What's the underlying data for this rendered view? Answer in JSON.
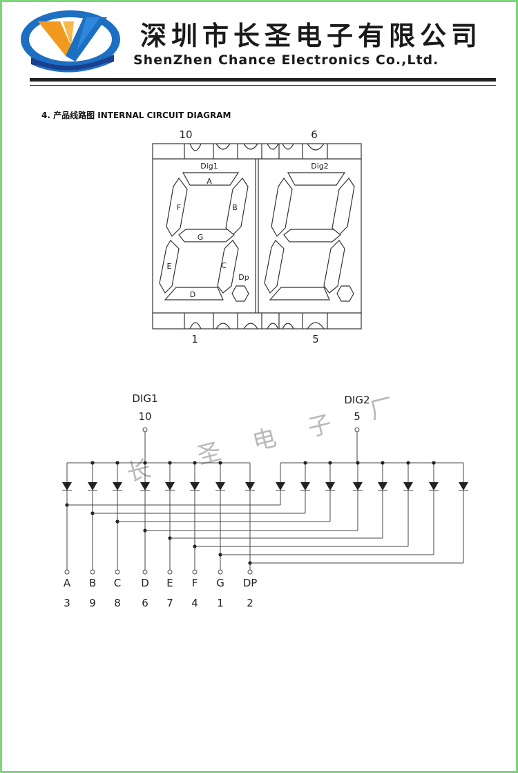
{
  "header": {
    "company_cn": "深圳市长圣电子有限公司",
    "company_en": "ShenZhen Chance Electronics Co.,Ltd.",
    "logo_colors": {
      "orange": "#f29a1f",
      "blue": "#1d6fc1",
      "dark_blue": "#1a3f8f"
    }
  },
  "section": {
    "title": "4. 产品线路图 INTERNAL CIRCUIT DIAGRAM"
  },
  "display": {
    "pin_top_left": "10",
    "pin_top_right": "6",
    "pin_bottom_left": "1",
    "pin_bottom_right": "5",
    "digit1_label": "Dig1",
    "digit2_label": "Dig2",
    "segments": {
      "a": "A",
      "b": "B",
      "c": "C",
      "d": "D",
      "e": "E",
      "f": "F",
      "g": "G",
      "dp": "Dp"
    }
  },
  "circuit": {
    "dig1_name": "DIG1",
    "dig1_pin": "10",
    "dig2_name": "DIG2",
    "dig2_pin": "5",
    "watermark": [
      "长",
      "圣",
      "电",
      "子",
      "厂"
    ],
    "segment_pins": [
      {
        "name": "A",
        "pin": "3"
      },
      {
        "name": "B",
        "pin": "9"
      },
      {
        "name": "C",
        "pin": "8"
      },
      {
        "name": "D",
        "pin": "6"
      },
      {
        "name": "E",
        "pin": "7"
      },
      {
        "name": "F",
        "pin": "4"
      },
      {
        "name": "G",
        "pin": "1"
      },
      {
        "name": "DP",
        "pin": "2"
      }
    ]
  }
}
